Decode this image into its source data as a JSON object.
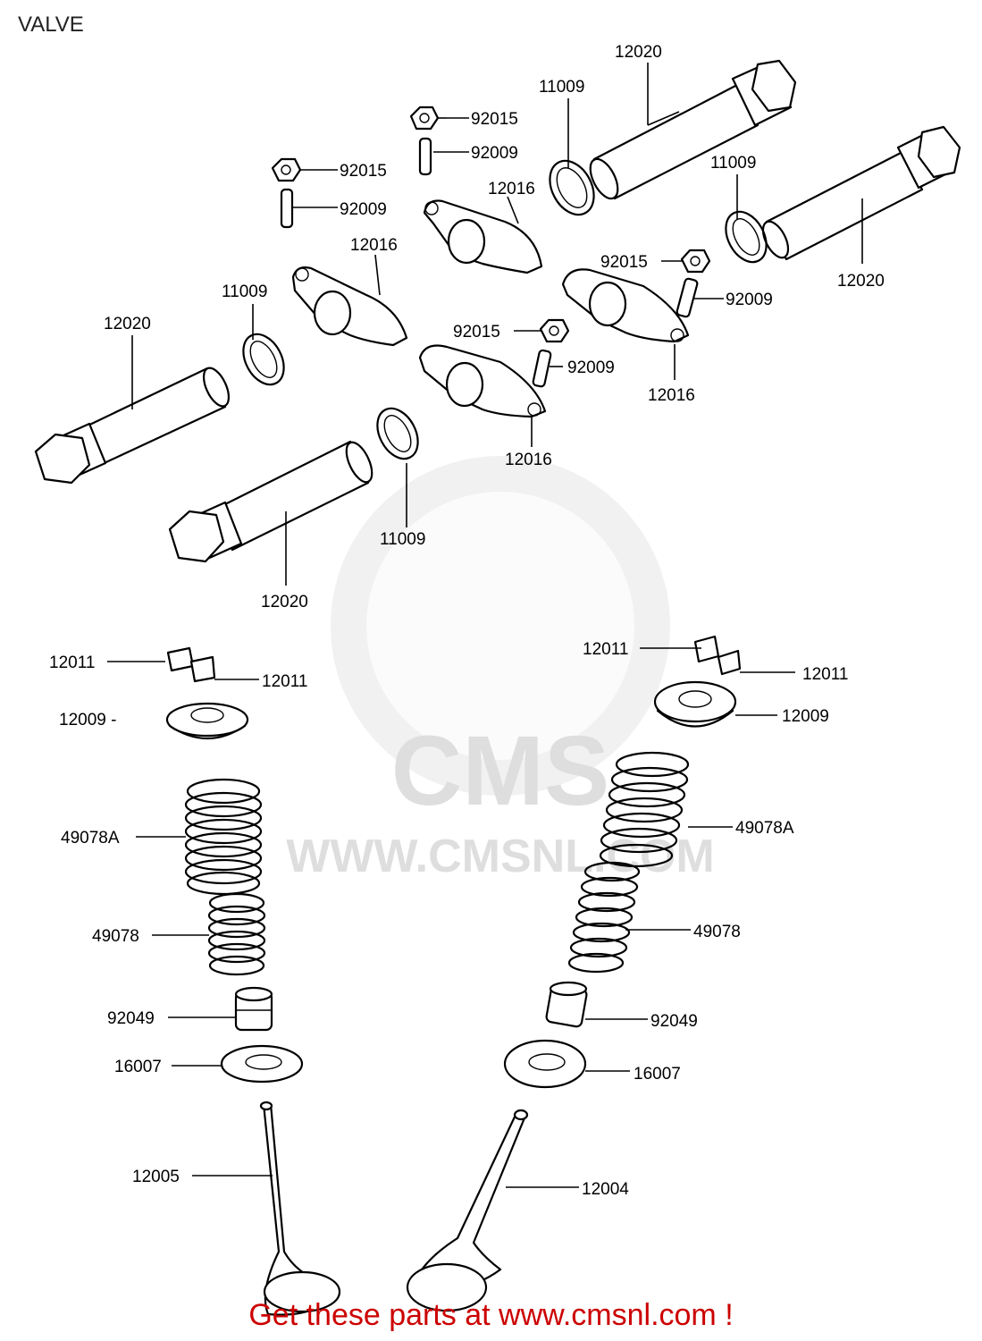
{
  "page": {
    "title": "VALVE"
  },
  "watermark": {
    "logo_text": "CMS",
    "url_text": "WWW.CMSNL.COM"
  },
  "promo": {
    "text": "Get these parts at www.cmsnl.com !",
    "color": "#cc0000"
  },
  "parts": {
    "p12020_a": "12020",
    "p12020_b": "12020",
    "p12020_c": "12020",
    "p12020_d": "12020",
    "p11009_a": "11009",
    "p11009_b": "11009",
    "p11009_c": "11009",
    "p11009_d": "11009",
    "p92015_a": "92015",
    "p92015_b": "92015",
    "p92015_c": "92015",
    "p92015_d": "92015",
    "p92009_a": "92009",
    "p92009_b": "92009",
    "p92009_c": "92009",
    "p92009_d": "92009",
    "p12016_a": "12016",
    "p12016_b": "12016",
    "p12016_c": "12016",
    "p12016_d": "12016",
    "p12011_a": "12011",
    "p12011_b": "12011",
    "p12011_c": "12011",
    "p12011_d": "12011",
    "p12009_l": "12009 -",
    "p12009_r": "12009",
    "p49078A_l": "49078A",
    "p49078A_r": "49078A",
    "p49078_l": "49078",
    "p49078_r": "49078",
    "p92049_l": "92049",
    "p92049_r": "92049",
    "p16007_l": "16007",
    "p16007_r": "16007",
    "p12005": "12005",
    "p12004": "12004"
  }
}
